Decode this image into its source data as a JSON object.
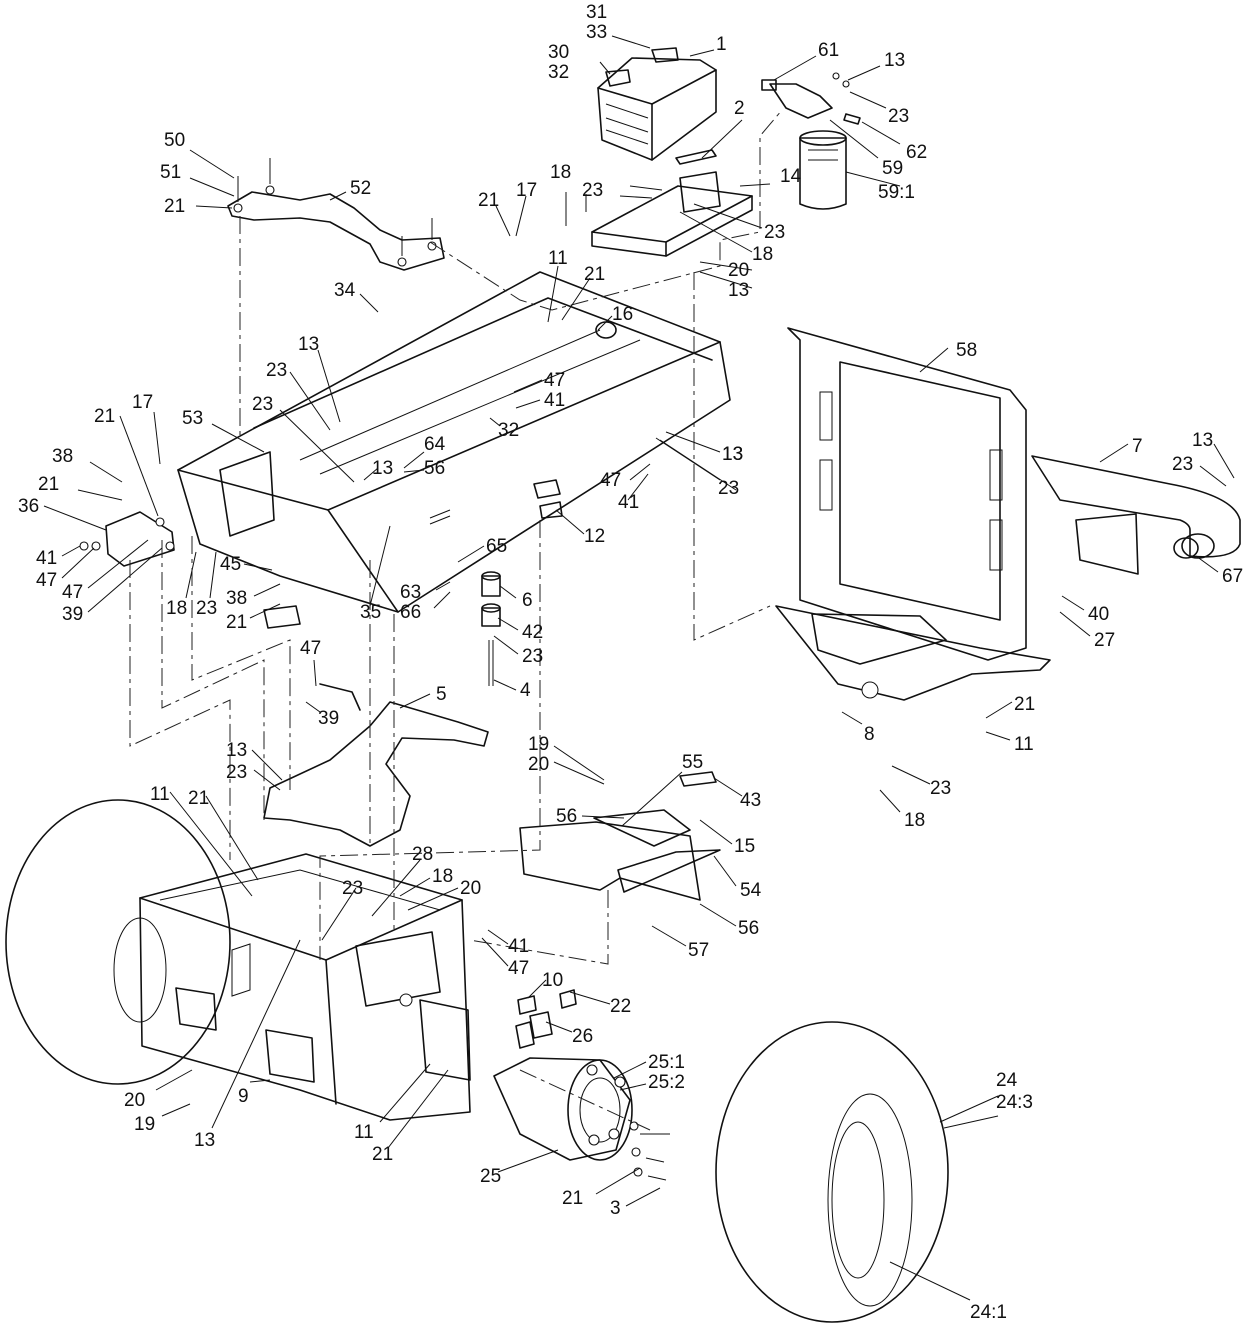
{
  "labels": [
    {
      "id": "l1",
      "text": "31"
    },
    {
      "id": "l2",
      "text": "33"
    },
    {
      "id": "l3",
      "text": "1"
    },
    {
      "id": "l4",
      "text": "30"
    },
    {
      "id": "l5",
      "text": "32"
    },
    {
      "id": "l6",
      "text": "61"
    },
    {
      "id": "l7",
      "text": "13"
    },
    {
      "id": "l8",
      "text": "2"
    },
    {
      "id": "l9",
      "text": "23"
    },
    {
      "id": "l10",
      "text": "62"
    },
    {
      "id": "l11",
      "text": "59"
    },
    {
      "id": "l12",
      "text": "59:1"
    },
    {
      "id": "l13",
      "text": "14"
    },
    {
      "id": "l14",
      "text": "50"
    },
    {
      "id": "l15",
      "text": "51"
    },
    {
      "id": "l16",
      "text": "52"
    },
    {
      "id": "l17",
      "text": "21"
    },
    {
      "id": "l18",
      "text": "18"
    },
    {
      "id": "l19",
      "text": "17"
    },
    {
      "id": "l20",
      "text": "23"
    },
    {
      "id": "l21",
      "text": "23"
    },
    {
      "id": "l22",
      "text": "21"
    },
    {
      "id": "l23",
      "text": "18"
    },
    {
      "id": "l24",
      "text": "20"
    },
    {
      "id": "l25",
      "text": "13"
    },
    {
      "id": "l26",
      "text": "11"
    },
    {
      "id": "l27",
      "text": "21"
    },
    {
      "id": "l28",
      "text": "34"
    },
    {
      "id": "l29",
      "text": "16"
    },
    {
      "id": "l30",
      "text": "58"
    },
    {
      "id": "l31",
      "text": "13"
    },
    {
      "id": "l32",
      "text": "23"
    },
    {
      "id": "l33",
      "text": "47"
    },
    {
      "id": "l34",
      "text": "41"
    },
    {
      "id": "l35",
      "text": "32"
    },
    {
      "id": "l36",
      "text": "23"
    },
    {
      "id": "l37",
      "text": "13"
    },
    {
      "id": "l38",
      "text": "7"
    },
    {
      "id": "l39",
      "text": "13"
    },
    {
      "id": "l40",
      "text": "23"
    },
    {
      "id": "l41",
      "text": "17"
    },
    {
      "id": "l42",
      "text": "21"
    },
    {
      "id": "l43",
      "text": "53"
    },
    {
      "id": "l44",
      "text": "38"
    },
    {
      "id": "l45",
      "text": "21"
    },
    {
      "id": "l46",
      "text": "64"
    },
    {
      "id": "l47",
      "text": "13"
    },
    {
      "id": "l48",
      "text": "56"
    },
    {
      "id": "l49",
      "text": "13"
    },
    {
      "id": "l50",
      "text": "47"
    },
    {
      "id": "l51",
      "text": "41"
    },
    {
      "id": "l52",
      "text": "23"
    },
    {
      "id": "l53",
      "text": "36"
    },
    {
      "id": "l54",
      "text": "12"
    },
    {
      "id": "l55",
      "text": "41"
    },
    {
      "id": "l56",
      "text": "47"
    },
    {
      "id": "l57",
      "text": "47"
    },
    {
      "id": "l58",
      "text": "39"
    },
    {
      "id": "l59",
      "text": "45"
    },
    {
      "id": "l60",
      "text": "18"
    },
    {
      "id": "l61",
      "text": "23"
    },
    {
      "id": "l62",
      "text": "65"
    },
    {
      "id": "l63",
      "text": "67"
    },
    {
      "id": "l64",
      "text": "63"
    },
    {
      "id": "l65",
      "text": "6"
    },
    {
      "id": "l66",
      "text": "66"
    },
    {
      "id": "l67",
      "text": "38"
    },
    {
      "id": "l68",
      "text": "21"
    },
    {
      "id": "l69",
      "text": "35"
    },
    {
      "id": "l70",
      "text": "42"
    },
    {
      "id": "l71",
      "text": "40"
    },
    {
      "id": "l72",
      "text": "27"
    },
    {
      "id": "l73",
      "text": "23"
    },
    {
      "id": "l74",
      "text": "4"
    },
    {
      "id": "l75",
      "text": "47"
    },
    {
      "id": "l76",
      "text": "5"
    },
    {
      "id": "l77",
      "text": "39"
    },
    {
      "id": "l78",
      "text": "21"
    },
    {
      "id": "l79",
      "text": "8"
    },
    {
      "id": "l80",
      "text": "11"
    },
    {
      "id": "l81",
      "text": "19"
    },
    {
      "id": "l82",
      "text": "20"
    },
    {
      "id": "l83",
      "text": "55"
    },
    {
      "id": "l84",
      "text": "13"
    },
    {
      "id": "l85",
      "text": "23"
    },
    {
      "id": "l86",
      "text": "23"
    },
    {
      "id": "l87",
      "text": "43"
    },
    {
      "id": "l88",
      "text": "11"
    },
    {
      "id": "l89",
      "text": "21"
    },
    {
      "id": "l90",
      "text": "56"
    },
    {
      "id": "l91",
      "text": "15"
    },
    {
      "id": "l92",
      "text": "18"
    },
    {
      "id": "l93",
      "text": "28"
    },
    {
      "id": "l94",
      "text": "54"
    },
    {
      "id": "l95",
      "text": "23"
    },
    {
      "id": "l96",
      "text": "18"
    },
    {
      "id": "l97",
      "text": "20"
    },
    {
      "id": "l98",
      "text": "56"
    },
    {
      "id": "l99",
      "text": "41"
    },
    {
      "id": "l100",
      "text": "47"
    },
    {
      "id": "l101",
      "text": "57"
    },
    {
      "id": "l102",
      "text": "10"
    },
    {
      "id": "l103",
      "text": "22"
    },
    {
      "id": "l104",
      "text": "26"
    },
    {
      "id": "l105",
      "text": "25:1"
    },
    {
      "id": "l106",
      "text": "25:2"
    },
    {
      "id": "l107",
      "text": "24"
    },
    {
      "id": "l108",
      "text": "24:3"
    },
    {
      "id": "l109",
      "text": "20"
    },
    {
      "id": "l110",
      "text": "9"
    },
    {
      "id": "l111",
      "text": "19"
    },
    {
      "id": "l112",
      "text": "13"
    },
    {
      "id": "l113",
      "text": "11"
    },
    {
      "id": "l114",
      "text": "21"
    },
    {
      "id": "l115",
      "text": "25"
    },
    {
      "id": "l116",
      "text": "21"
    },
    {
      "id": "l117",
      "text": "3"
    },
    {
      "id": "l118",
      "text": "24:1"
    }
  ]
}
